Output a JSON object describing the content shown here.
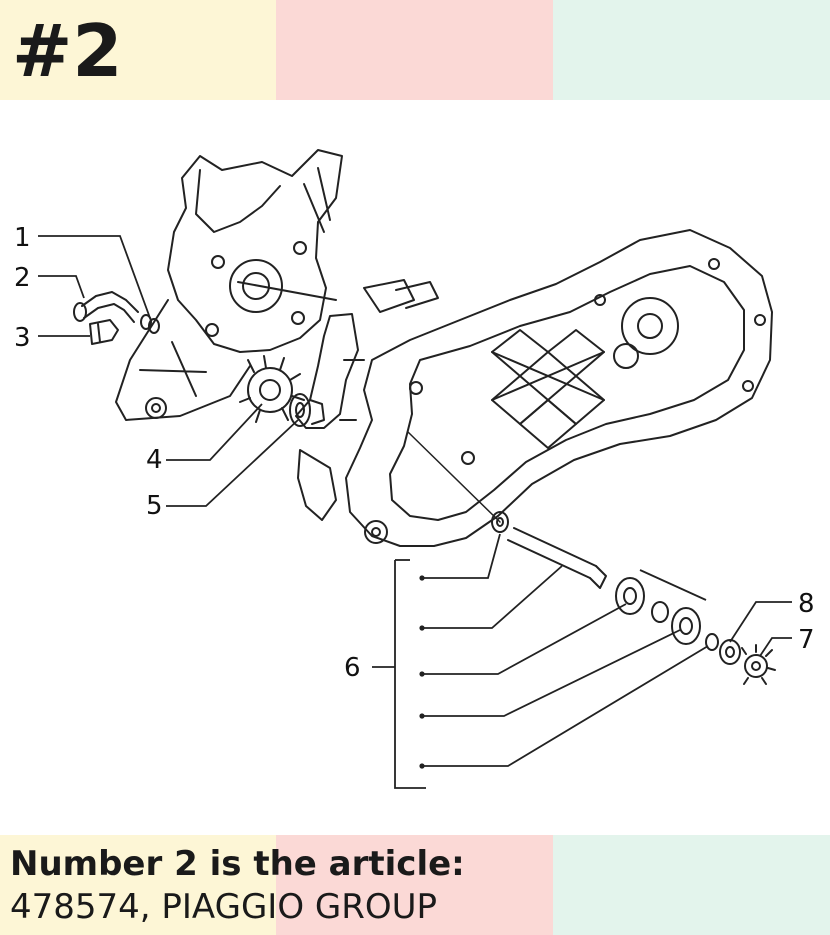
{
  "header": {
    "title": "#2"
  },
  "caption": {
    "line1": "Number 2 is the article:",
    "line2": "478574, PIAGGIO GROUP"
  },
  "band_colors": [
    "#fdf6d6",
    "#fbd9d6",
    "#e3f4ec"
  ],
  "diagram": {
    "callouts": [
      {
        "id": "1",
        "label": "1"
      },
      {
        "id": "2",
        "label": "2"
      },
      {
        "id": "3",
        "label": "3"
      },
      {
        "id": "4",
        "label": "4"
      },
      {
        "id": "5",
        "label": "5"
      },
      {
        "id": "6",
        "label": "6"
      },
      {
        "id": "7",
        "label": "7"
      },
      {
        "id": "8",
        "label": "8"
      }
    ]
  }
}
